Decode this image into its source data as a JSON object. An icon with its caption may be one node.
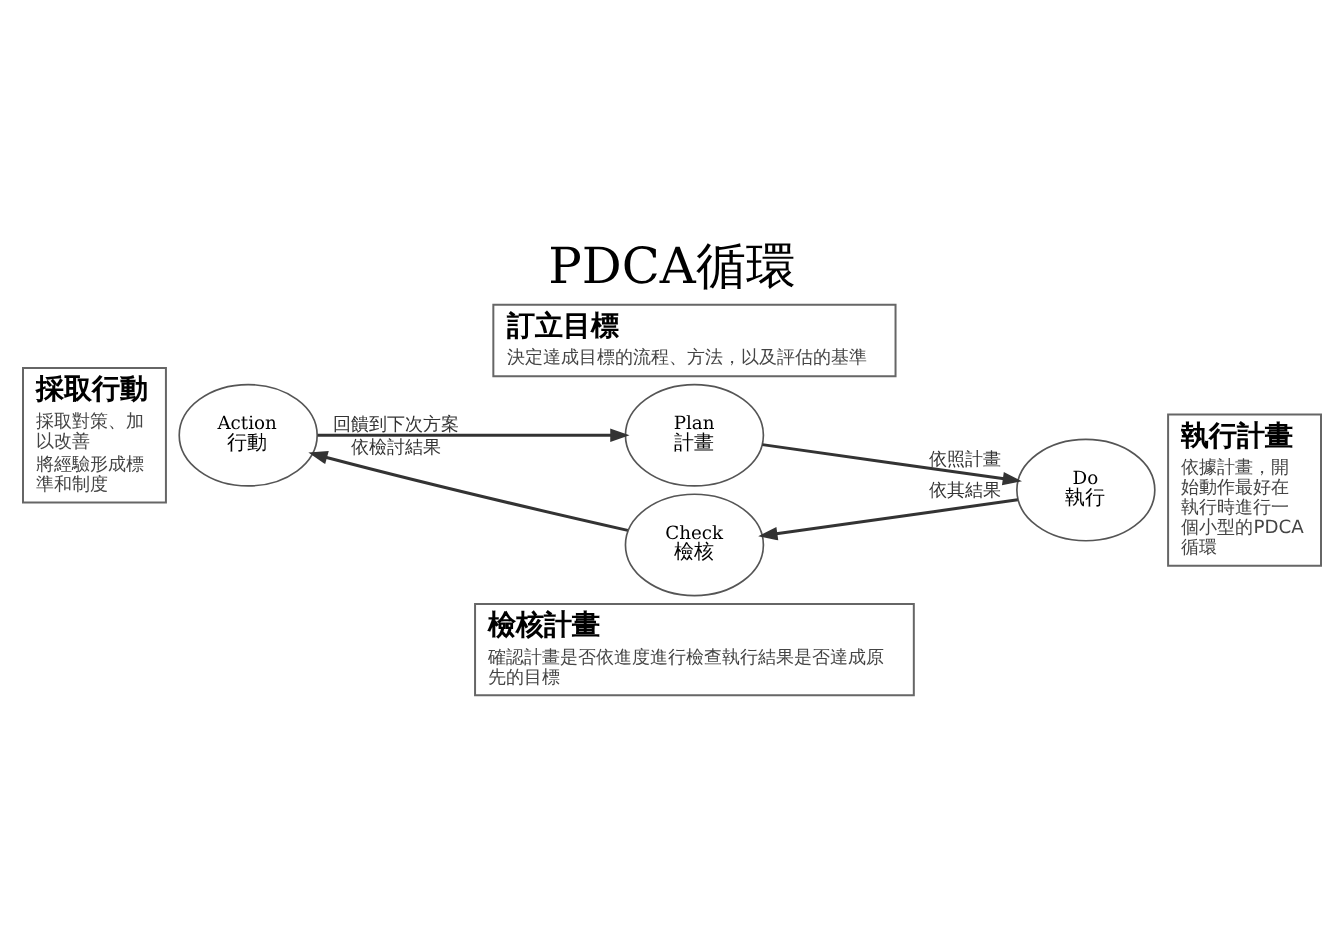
{
  "diagram": {
    "title": "PDCA循環",
    "nodes": [
      {
        "text": [
          "訂立目標",
          "決定達成目標的流程、方法，以及評估的基準"
        ]
      },
      {
        "text": [
          "Plan",
          "計畫"
        ]
      },
      {
        "text": [
          "採取行動",
          "採取對策、加以改善",
          "將經驗形成標準和制度"
        ]
      },
      {
        "text": [
          "Action",
          "行動"
        ]
      },
      {
        "text": [
          "Do",
          "執行"
        ]
      },
      {
        "text": [
          "執行計畫",
          "依據計畫，開始動作最好在執行時進行一個小型的PDCA循環"
        ]
      },
      {
        "text": [
          "Check",
          "檢核"
        ]
      },
      {
        "text": [
          "檢核計畫",
          "確認計畫是否依進度進行檢查執行結果是否達成原先的目標"
        ]
      }
    ],
    "edges": [
      {
        "from": 3,
        "to": 1,
        "arrow": "to",
        "label": "回饋到下次方案"
      },
      {
        "from": 1,
        "to": 4,
        "arrow": "to",
        "label": "依照計畫"
      },
      {
        "from": 6,
        "to": 3,
        "arrow": "to",
        "label": "依檢討結果"
      },
      {
        "from": 4,
        "to": 6,
        "arrow": "to",
        "label": "依其結果"
      }
    ]
  }
}
